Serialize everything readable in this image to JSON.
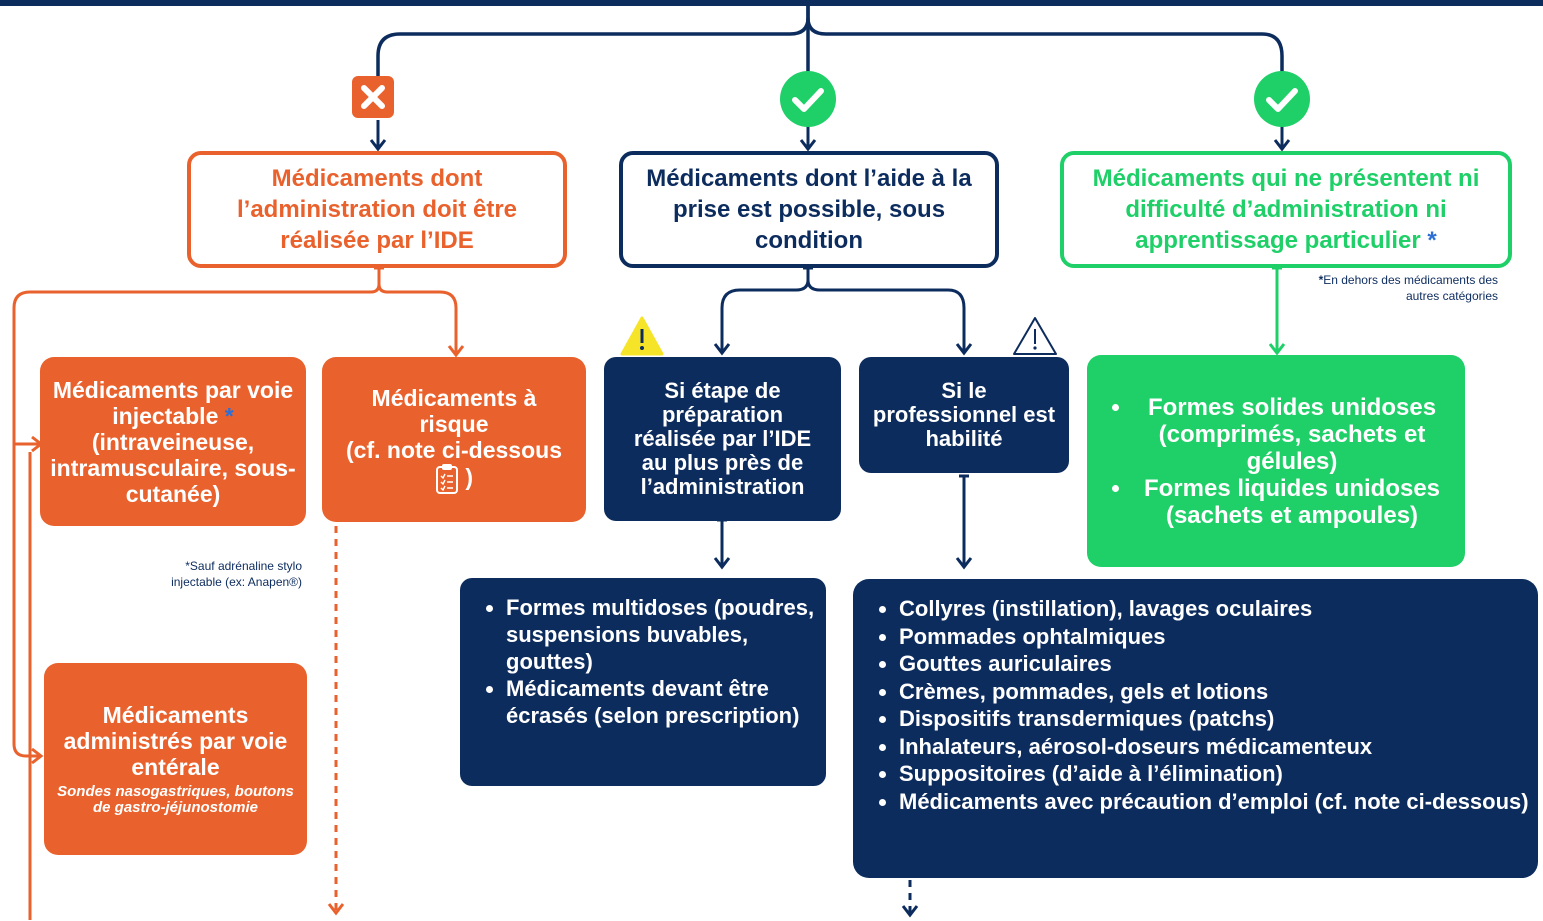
{
  "colors": {
    "orange": "#e9622d",
    "navy": "#0d2c5e",
    "green": "#1fcf68",
    "warning_yellow": "#f5e428",
    "accent_blue": "#2b6fd6"
  },
  "icons": {
    "not_allowed": "x-icon",
    "allowed": "check-circle-icon",
    "warning_filled": "warning-icon",
    "warning_outline": "warning-outline-icon",
    "note": "clipboard-icon"
  },
  "categories": {
    "ide": {
      "title": "Médicaments dont l’administration doit être réalisée par l’IDE",
      "injectable": {
        "label": "Médicaments par voie injectable",
        "star": "*",
        "detail": "(intraveineuse, intramusculaire, sous-cutanée)",
        "note": "*Sauf adrénaline stylo injectable (ex: Anapen®)"
      },
      "risque": {
        "label": "Médicaments à risque",
        "detail_start": "(cf. note ci-dessous",
        "detail_end": ")"
      },
      "enterale": {
        "label": "Médicaments administrés par voie entérale",
        "detail": "Sondes nasogastriques, boutons de gastro-jéjunostomie"
      }
    },
    "condition": {
      "title": "Médicaments dont l’aide à la prise est possible, sous condition",
      "preparation": {
        "label": "Si étape de préparation réalisée par l’IDE au plus près de l’administration"
      },
      "habilite": {
        "label": "Si le professionnel est habilité"
      },
      "list_preparation": [
        "Formes multidoses (poudres, suspensions buvables, gouttes)",
        "Médicaments devant être écrasés (selon prescription)"
      ],
      "list_habilite": [
        "Collyres (instillation), lavages oculaires",
        "Pommades ophtalmiques",
        "Gouttes auriculaires",
        "Crèmes, pommades, gels et lotions",
        "Dispositifs transdermiques (patchs)",
        "Inhalateurs, aérosol-doseurs médicamenteux",
        "Suppositoires (d’aide à l’élimination)",
        "Médicaments avec précaution d’emploi (cf. note ci-dessous)"
      ]
    },
    "libre": {
      "title": "Médicaments qui ne présentent ni difficulté d’administration ni apprentissage particulier",
      "star": "*",
      "note_star": "*",
      "note": "En dehors des médicaments des autres catégories",
      "list": [
        "Formes solides unidoses (comprimés, sachets et gélules)",
        "Formes liquides unidoses (sachets et ampoules)"
      ]
    }
  }
}
